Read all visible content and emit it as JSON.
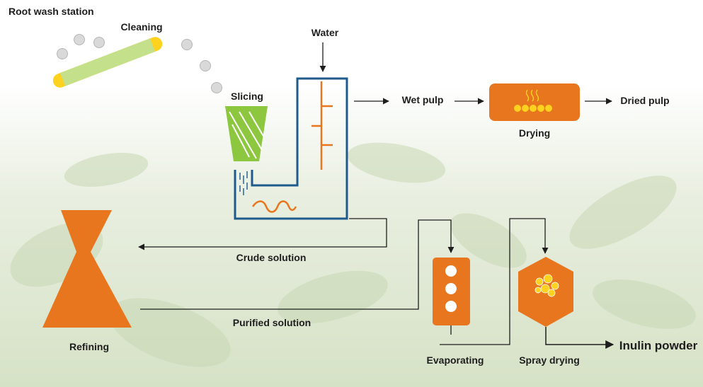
{
  "labels": {
    "root_wash_station": "Root wash station",
    "cleaning": "Cleaning",
    "water": "Water",
    "slicing": "Slicing",
    "wet_pulp": "Wet pulp",
    "drying": "Drying",
    "dried_pulp": "Dried pulp",
    "crude_solution": "Crude solution",
    "refining": "Refining",
    "purified_solution": "Purified solution",
    "evaporating": "Evaporating",
    "spray_drying": "Spray drying",
    "inulin_powder": "Inulin powder"
  },
  "colors": {
    "orange": "#E8761E",
    "green": "#8DC63F",
    "light_green": "#C5E08A",
    "yellow": "#FFD21F",
    "blue": "#1F5A8C",
    "gray_ball": "#D9D9D9",
    "arrow": "#1e1e1e"
  }
}
